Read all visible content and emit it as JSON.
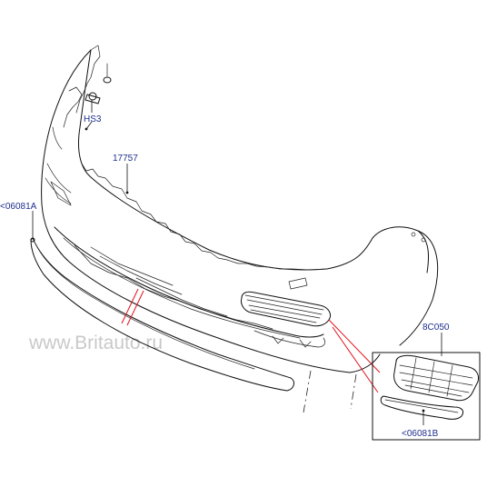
{
  "watermark": "www.Britauto.ru",
  "callouts": {
    "hs3": "HS3",
    "c17757": "17757",
    "c06081a": "<06081A",
    "c8c050": "8C050",
    "c06081b": "<06081B"
  },
  "colors": {
    "callout_text": "#1f2f8f",
    "leader_red": "#e0141e",
    "line_art": "#111111",
    "watermark": "#c9c9c9"
  }
}
